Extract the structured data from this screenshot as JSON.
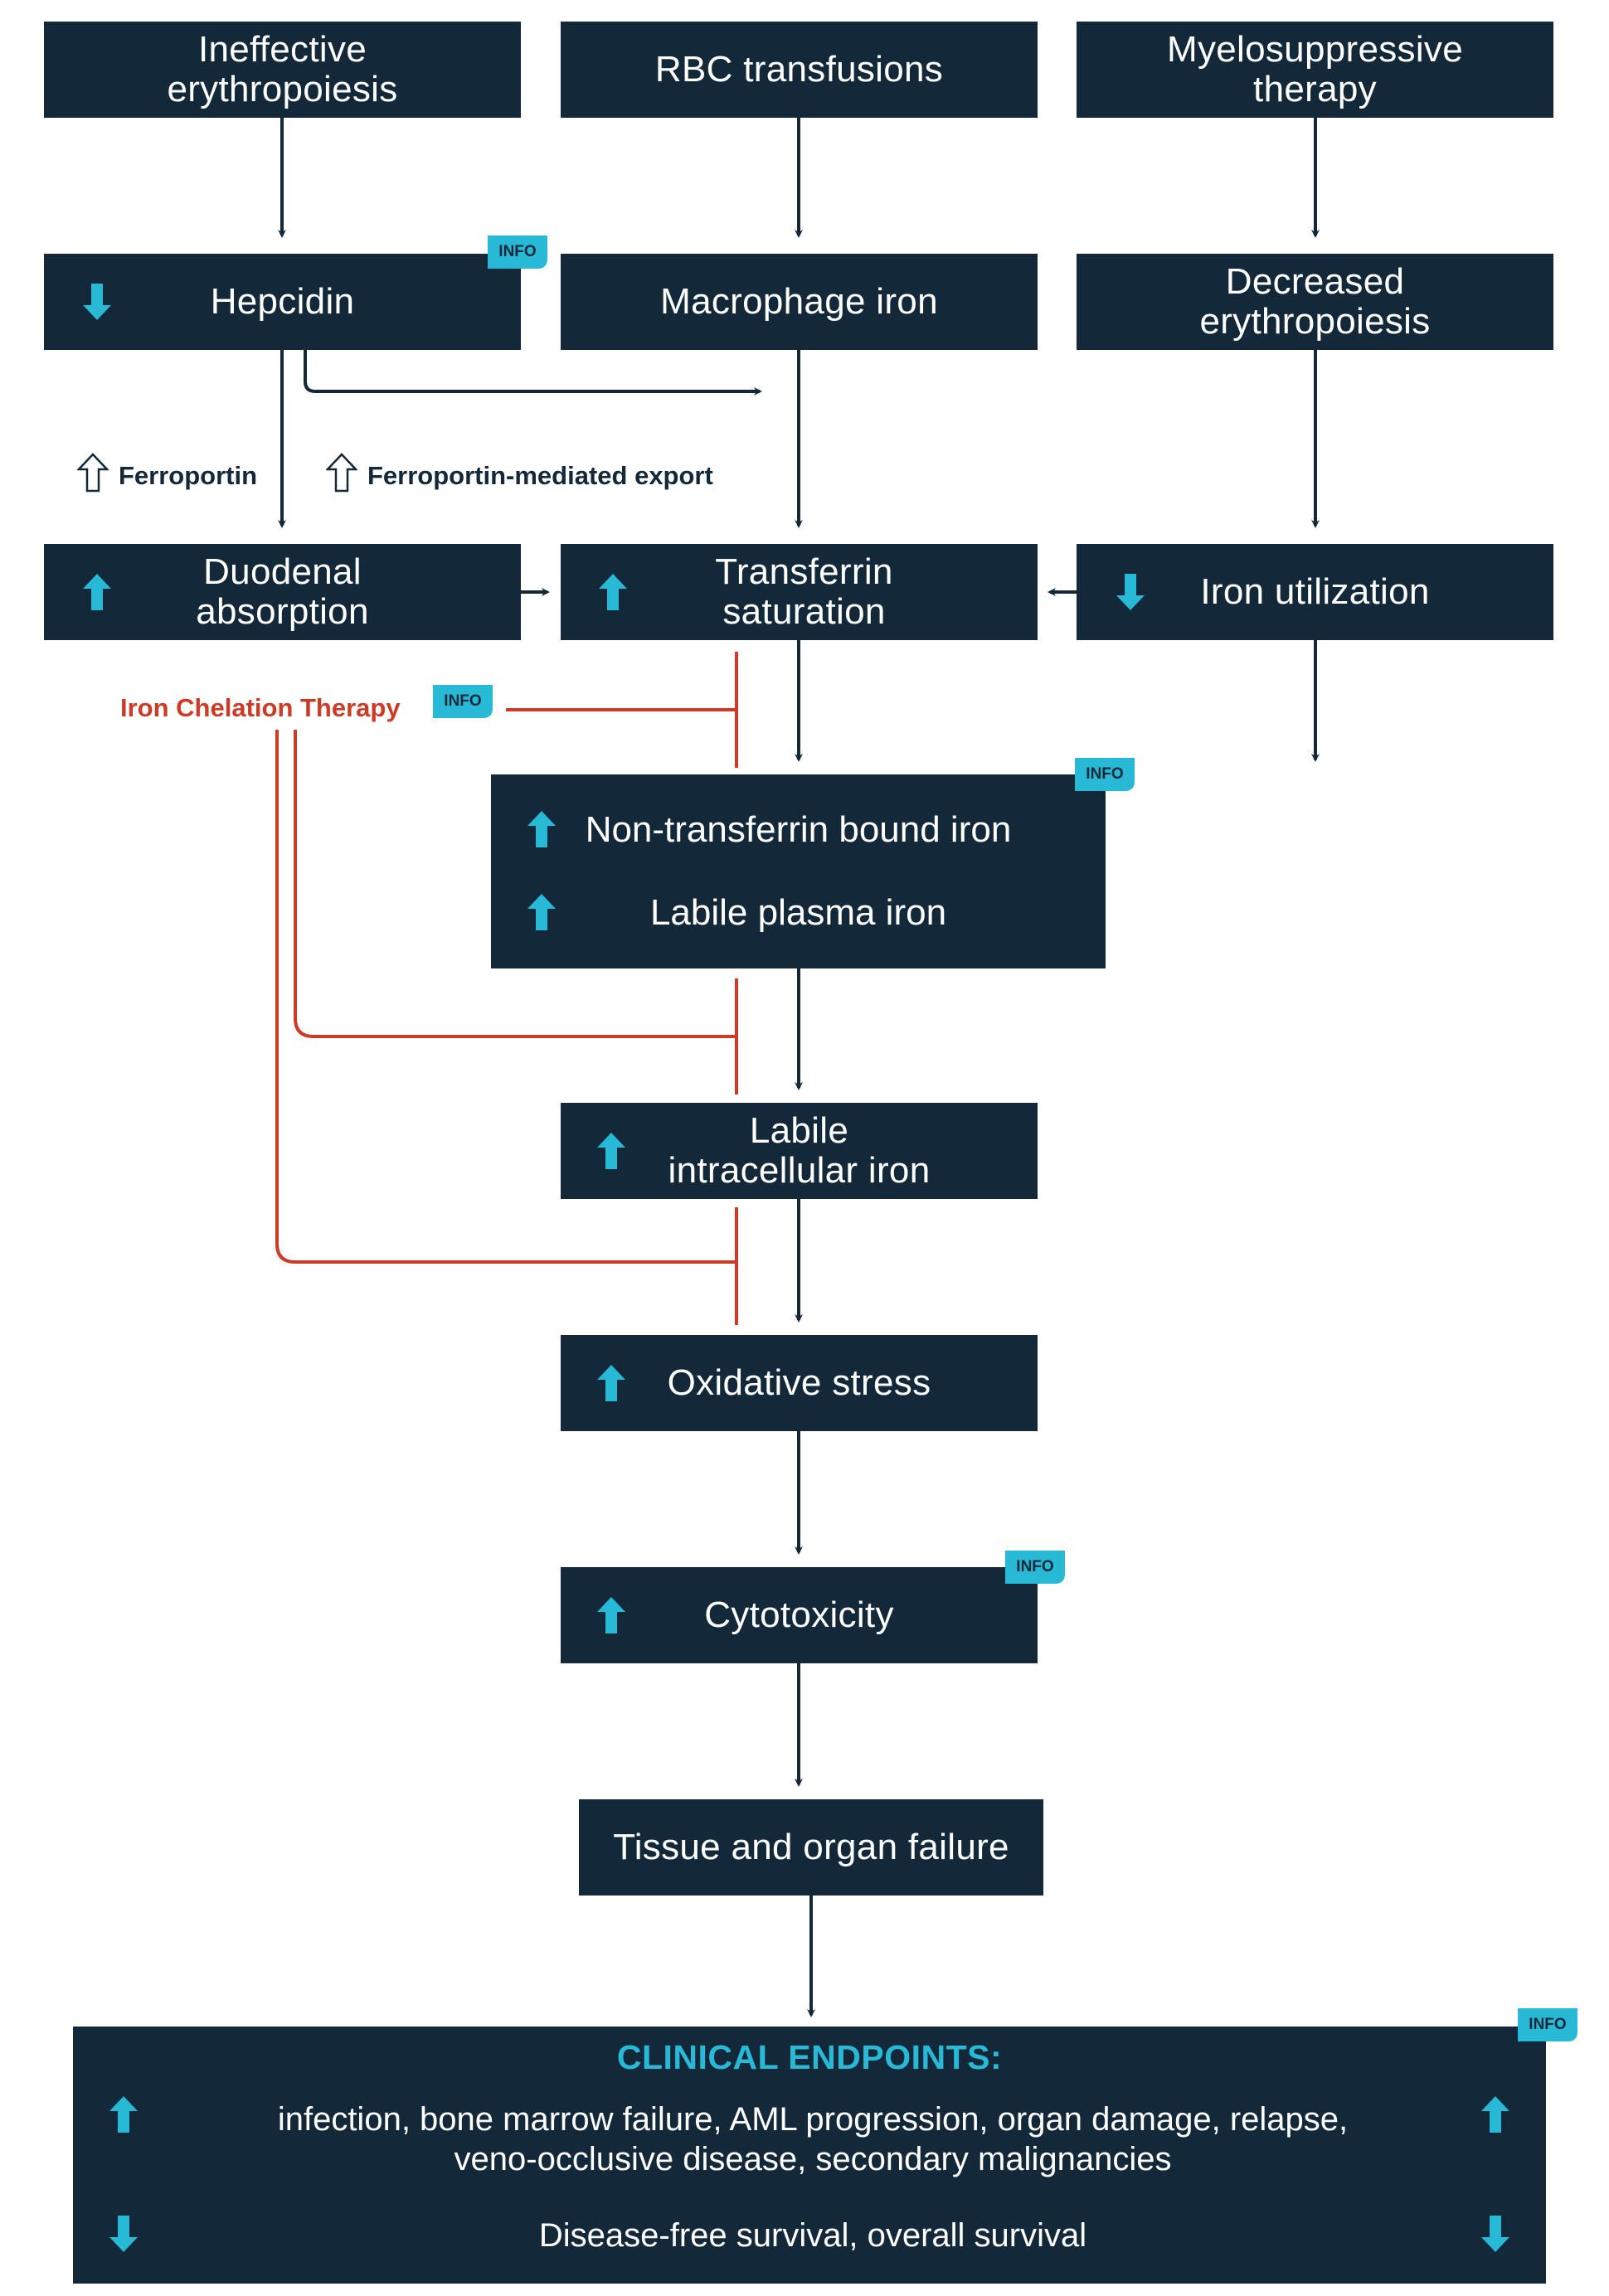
{
  "colors": {
    "box": "#132839",
    "up_down_arrow": "#28b9d7",
    "chelation": "#cc3b25",
    "connector": "#132839"
  },
  "boxes": {
    "ineffective_erythropoiesis": "Ineffective\nerythropoiesis",
    "rbc_transfusions": "RBC transfusions",
    "myelosuppressive_therapy": "Myelosuppressive\ntherapy",
    "hepcidin": "Hepcidin",
    "macrophage_iron": "Macrophage iron",
    "decreased_erythropoiesis": "Decreased\nerythropoiesis",
    "duodenal_absorption": "Duodenal\nabsorption",
    "transferrin_saturation": "Transferrin\nsaturation",
    "iron_utilization": "Iron utilization",
    "non_transferrin_bound_iron": "Non-transferrin bound iron",
    "labile_plasma_iron": "Labile plasma iron",
    "labile_intracellular_iron": "Labile\nintracellular iron",
    "oxidative_stress": "Oxidative stress",
    "cytotoxicity": "Cytotoxicity",
    "tissue_organ_failure": "Tissue and organ failure"
  },
  "labels": {
    "ferroportin": "Ferroportin",
    "ferroportin_export": "Ferroportin-mediated export",
    "iron_chelation_therapy": "Iron Chelation Therapy",
    "info_badge": "INFO"
  },
  "clinical_endpoints": {
    "title": "CLINICAL ENDPOINTS:",
    "increased": "infection, bone marrow failure, AML progression, organ damage, relapse,\nveno-occlusive disease, secondary malignancies",
    "decreased": "Disease-free survival, overall survival"
  },
  "arrow_icons": {
    "up": "arrow-up-icon",
    "down": "arrow-down-icon",
    "outline_up": "outline-arrow-up-icon"
  }
}
